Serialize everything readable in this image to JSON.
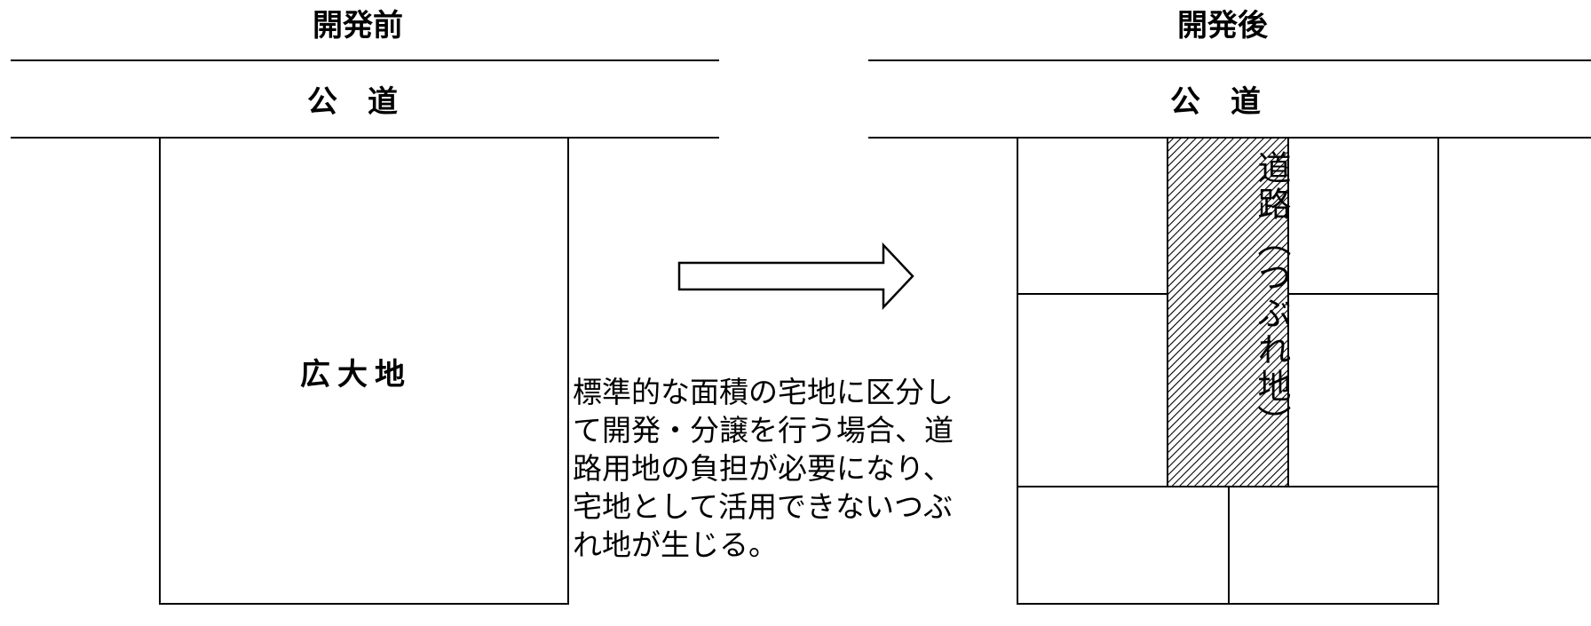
{
  "before": {
    "heading": "開発前",
    "road_label": "公　道",
    "land_label": "広大地"
  },
  "after": {
    "heading": "開発後",
    "road_label": "公　道",
    "new_road_label": "道路（つぶれ地）"
  },
  "explanation": "標準的な面積の宅地に区分し\nて開発・分譲を行う場合、道\n路用地の負担が必要になり、\n宅地として活用できないつぶ\nれ地が生じる。",
  "colors": {
    "line": "#000000",
    "background": "#ffffff",
    "hatch": "#000000"
  }
}
